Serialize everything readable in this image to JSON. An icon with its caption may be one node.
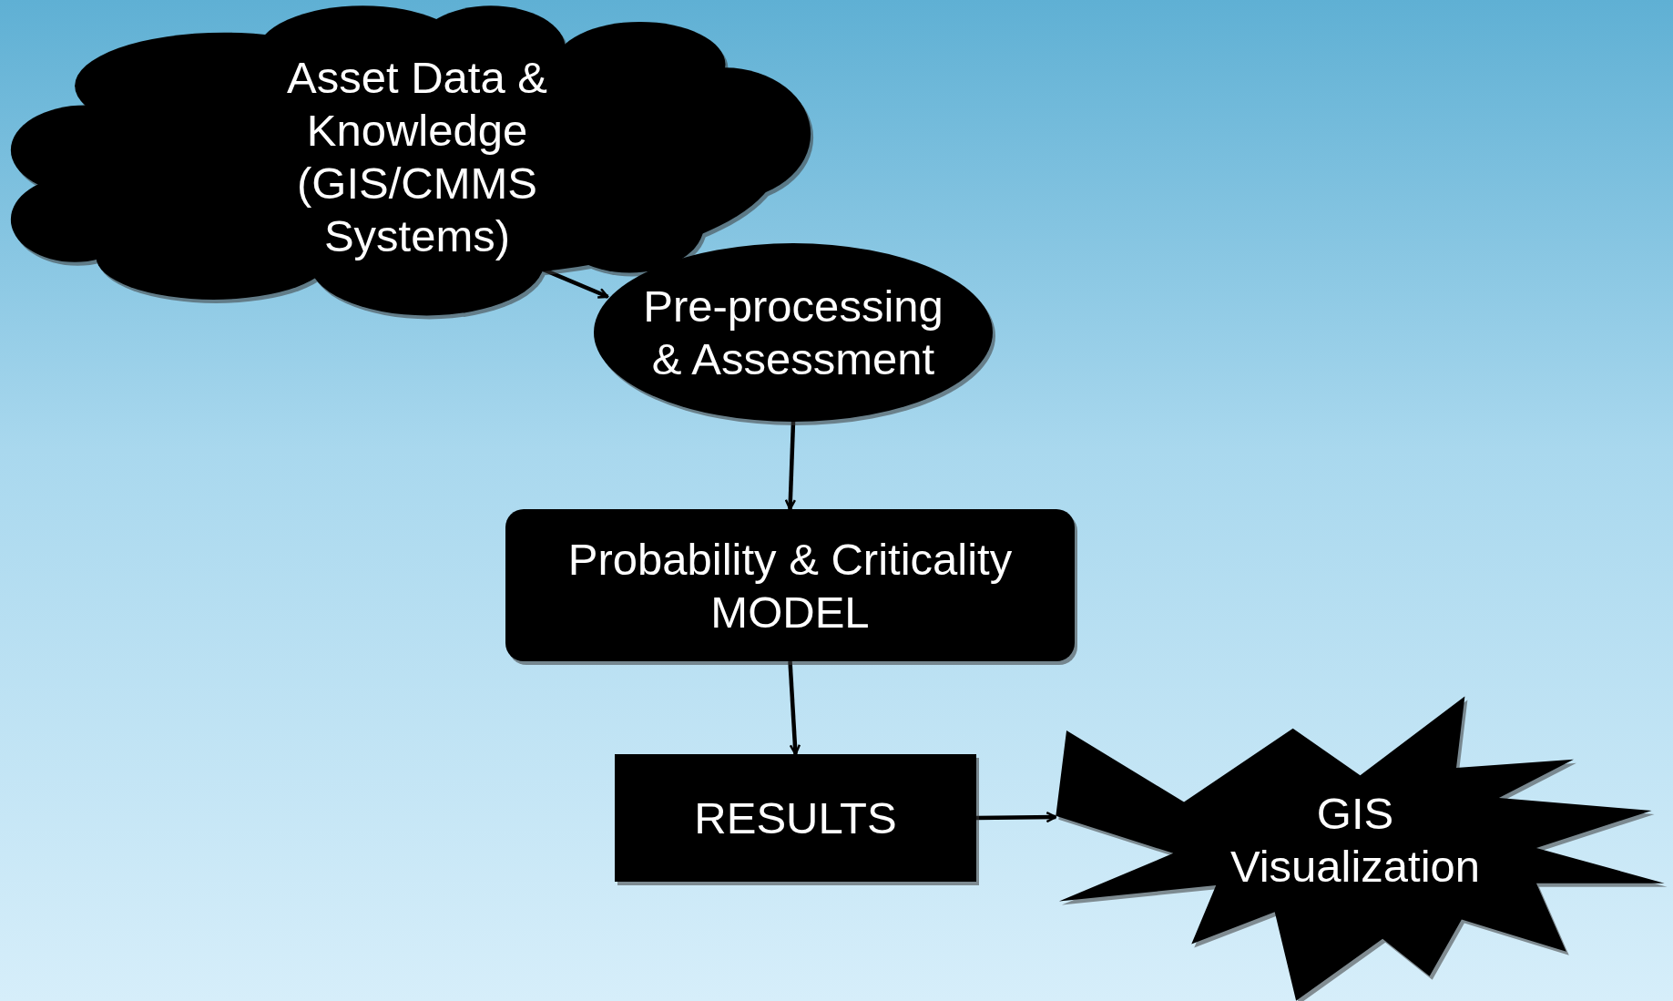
{
  "diagram": {
    "nodes": [
      {
        "text": [
          "Asset Data & Knowledge (GIS/CMMS Systems)"
        ]
      },
      {
        "text": [
          "Pre-processing & Assessment"
        ]
      },
      {
        "text": [
          "Probability & Criticality MODEL"
        ]
      },
      {
        "text": [
          "RESULTS"
        ]
      },
      {
        "text": [
          "GIS Visualization"
        ]
      }
    ],
    "edges": [
      {
        "from": 0,
        "to": 1,
        "arrow": "to"
      },
      {
        "from": 1,
        "to": 2,
        "arrow": "to"
      },
      {
        "from": 2,
        "to": 3,
        "arrow": "to"
      },
      {
        "from": 3,
        "to": 4,
        "arrow": "to"
      }
    ]
  }
}
